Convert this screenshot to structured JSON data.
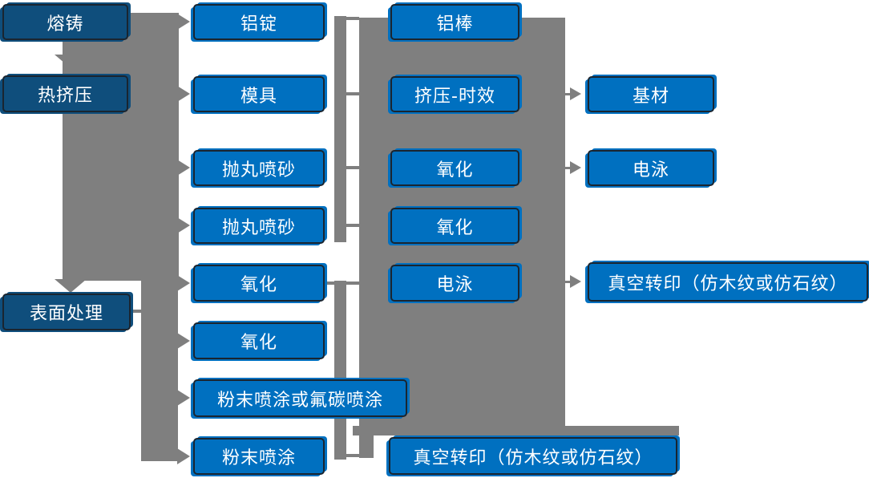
{
  "nodes": {
    "melting_casting": "熔铸",
    "hot_extrusion": "热挤压",
    "surface_treatment": "表面处理",
    "aluminum_ingot": "铝锭",
    "mold": "模具",
    "shot_blasting_1": "抛丸喷砂",
    "shot_blasting_2": "抛丸喷砂",
    "oxidation_c2_1": "氧化",
    "oxidation_c2_2": "氧化",
    "powder_or_fluorocarbon_coating": "粉末喷涂或氟碳喷涂",
    "powder_coating": "粉末喷涂",
    "aluminum_rod": "铝棒",
    "extrusion_aging": "挤压-时效",
    "oxidation_c3_1": "氧化",
    "oxidation_c3_2": "氧化",
    "electrophoresis_c3": "电泳",
    "base_material": "基材",
    "electrophoresis_c4": "电泳",
    "vacuum_transfer_right": "真空转印（仿木纹或仿石纹）",
    "vacuum_transfer_bottom": "真空转印（仿木纹或仿石纹）"
  },
  "colors": {
    "box_dark": "#0F4E7C",
    "box_blue": "#0070C0",
    "box_border": "#1A2530",
    "connector_gray": "#7F7F7F",
    "text": "#FFFFFF",
    "background": "#FFFFFF"
  }
}
